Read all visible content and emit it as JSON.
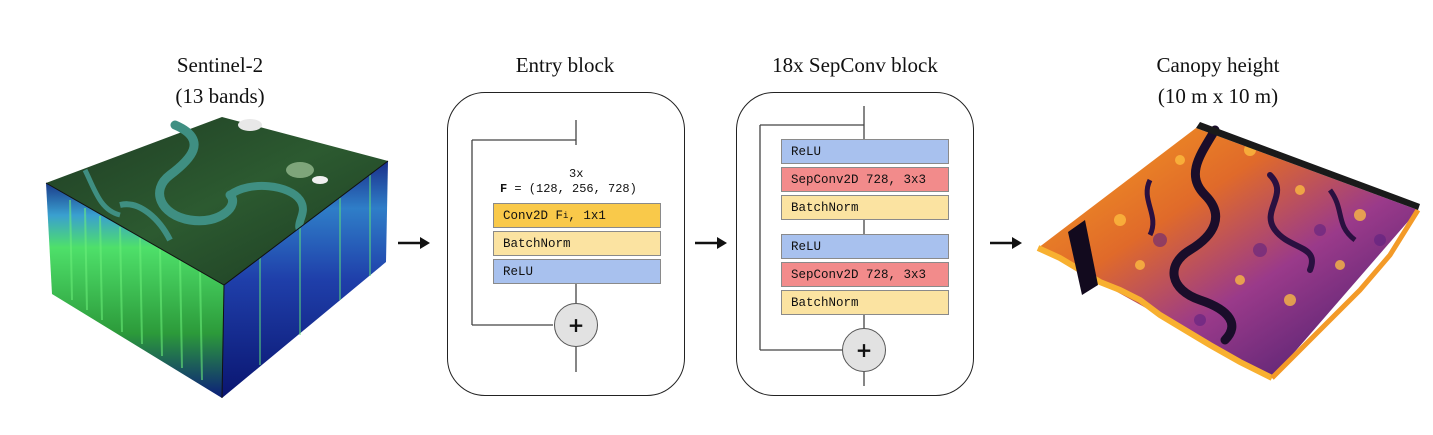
{
  "input": {
    "title_line1": "Sentinel-2",
    "title_line2": "(13 bands)"
  },
  "entry_block": {
    "title": "Entry block",
    "repeat": "3x",
    "filters_label": "F",
    "filters_values": " = (128, 256, 728)",
    "layers": {
      "conv_prefix": "Conv2D F",
      "conv_sub": "i",
      "conv_suffix": ", 1x1",
      "batchnorm": "BatchNorm",
      "relu": "ReLU"
    },
    "add_symbol": "+"
  },
  "sepconv_block": {
    "title": "18x SepConv block",
    "layers": [
      "ReLU",
      "SepConv2D 728, 3x3",
      "BatchNorm",
      "ReLU",
      "SepConv2D 728, 3x3",
      "BatchNorm"
    ],
    "add_symbol": "+"
  },
  "output": {
    "title_line1": "Canopy height",
    "title_line2": "(10 m x 10 m)"
  },
  "colors": {
    "conv": "#f9c94a",
    "batchnorm": "#fbe3a1",
    "relu": "#a8c1ee",
    "sepconv": "#f28b8b"
  }
}
